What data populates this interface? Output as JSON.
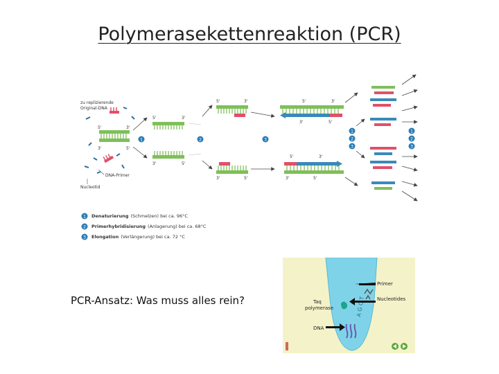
{
  "slide": {
    "title": "Polymerasekettenreaktion (PCR)",
    "caption": "PCR-Ansatz: Was muss alles rein?"
  },
  "diagram": {
    "labels": {
      "template_line1": "zu replizierende",
      "template_line2": "Original-DNA",
      "primer": "DNA-Primer",
      "nucleotide": "Nucleotid"
    },
    "ends": {
      "five": "5'",
      "three": "3'"
    },
    "step_numbers": [
      "1",
      "2",
      "3"
    ],
    "legend": [
      {
        "num": "1",
        "name": "Denaturierung",
        "detail": "(Schmelzen) bei ca. 96°C"
      },
      {
        "num": "2",
        "name": "Primerhybridisierung",
        "detail": "(Anlagerung) bei ca. 68°C"
      },
      {
        "num": "3",
        "name": "Elongation",
        "detail": "(Verlängerung) bei ca. 72 °C"
      }
    ],
    "colors": {
      "template": "#7fbf5a",
      "primer": "#e0506a",
      "new_strand": "#3a89b8",
      "step_badge": "#2b7db5"
    }
  },
  "tube": {
    "labels": {
      "primer": "Primer",
      "nucleotides": "Nucleotides",
      "taq_line1": "Taq",
      "taq_line2": "polymerase",
      "dna": "DNA",
      "bases": "A G C T"
    },
    "colors": {
      "background": "#f4f2c8",
      "liquid": "#7fd3e8"
    }
  }
}
